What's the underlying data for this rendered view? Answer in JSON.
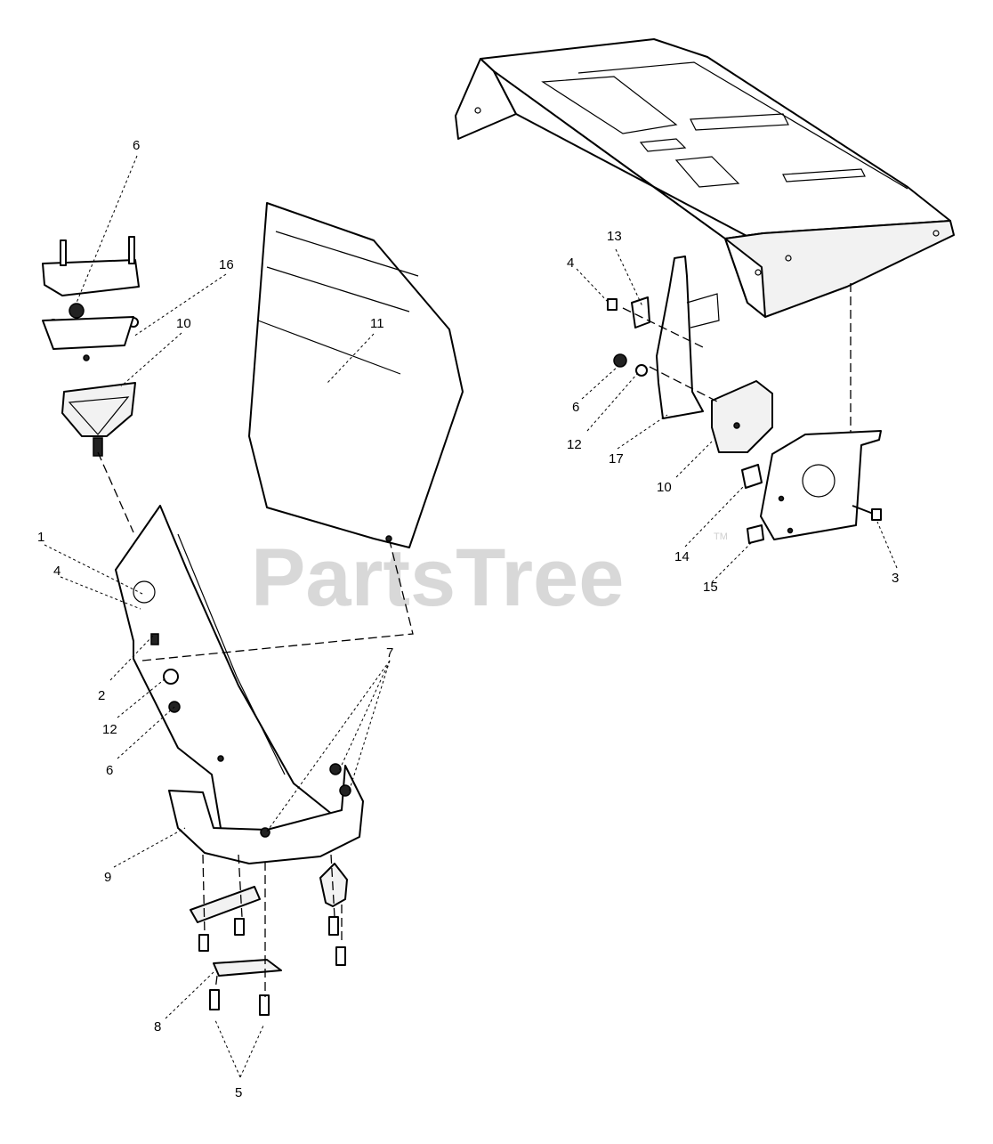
{
  "watermark": {
    "text": "PartsTree",
    "trademark": "TM"
  },
  "callouts": [
    {
      "id": "left-6-top",
      "label": "6"
    },
    {
      "id": "left-16",
      "label": "16"
    },
    {
      "id": "left-10",
      "label": "10"
    },
    {
      "id": "left-11",
      "label": "11"
    },
    {
      "id": "left-1",
      "label": "1"
    },
    {
      "id": "left-4",
      "label": "4"
    },
    {
      "id": "left-2",
      "label": "2"
    },
    {
      "id": "left-12",
      "label": "12"
    },
    {
      "id": "left-6-bottom",
      "label": "6"
    },
    {
      "id": "left-7",
      "label": "7"
    },
    {
      "id": "left-9",
      "label": "9"
    },
    {
      "id": "left-8",
      "label": "8"
    },
    {
      "id": "left-5",
      "label": "5"
    },
    {
      "id": "right-13",
      "label": "13"
    },
    {
      "id": "right-4",
      "label": "4"
    },
    {
      "id": "right-6",
      "label": "6"
    },
    {
      "id": "right-12",
      "label": "12"
    },
    {
      "id": "right-17",
      "label": "17"
    },
    {
      "id": "right-10",
      "label": "10"
    },
    {
      "id": "right-14",
      "label": "14"
    },
    {
      "id": "right-15",
      "label": "15"
    },
    {
      "id": "right-3",
      "label": "3"
    }
  ]
}
